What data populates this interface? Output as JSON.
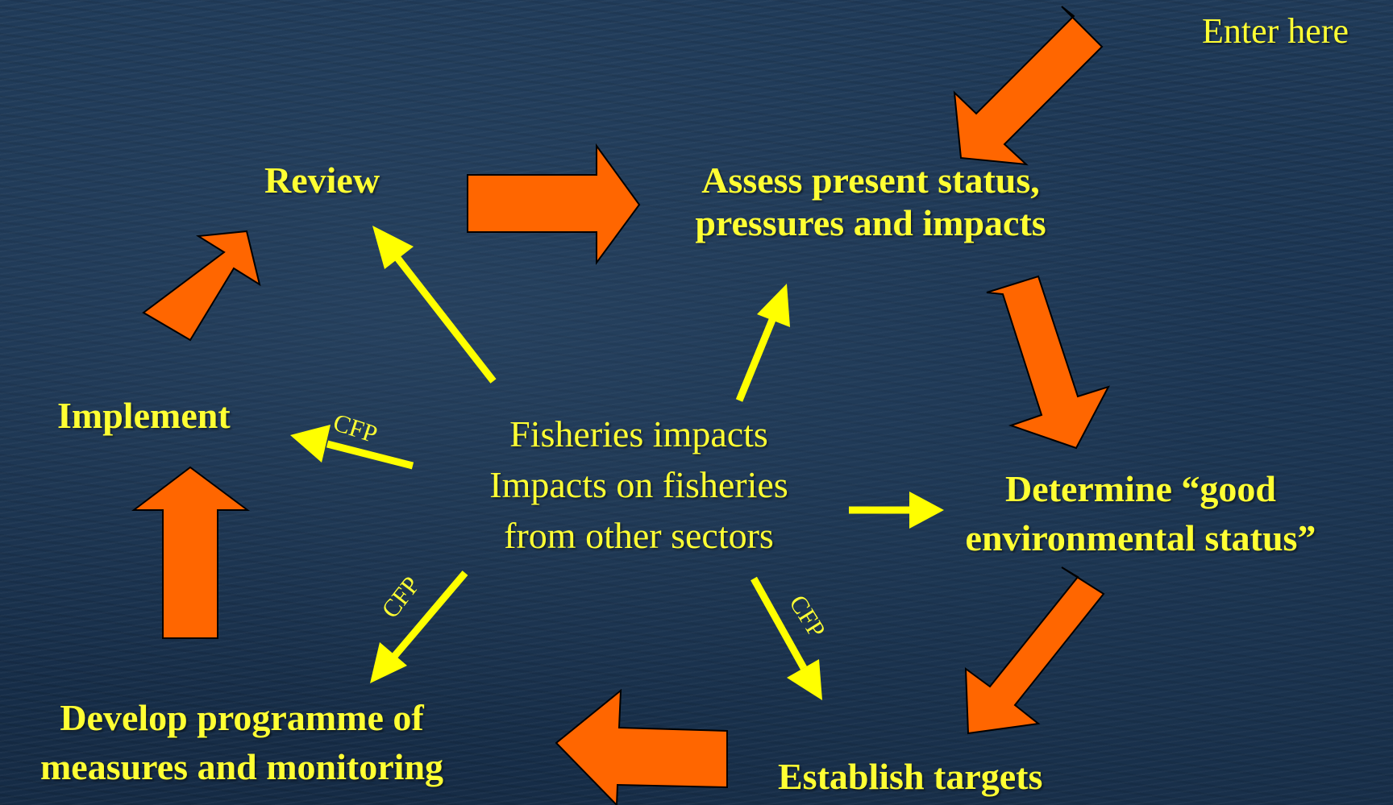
{
  "labels": {
    "enter_here": "Enter here",
    "review": "Review",
    "assess_line1": "Assess present status,",
    "assess_line2": "pressures and impacts",
    "implement": "Implement",
    "determine_line1": "Determine “good",
    "determine_line2": "environmental status”",
    "develop_line1": "Develop programme of",
    "develop_line2": "measures and monitoring",
    "establish": "Establish targets",
    "center_line1": "Fisheries impacts",
    "center_line2": "Impacts on fisheries",
    "center_line3": "from other sectors",
    "cfp_implement": "CFP",
    "cfp_develop": "CFP",
    "cfp_establish": "CFP"
  },
  "colors": {
    "text": "#ffff33",
    "big_arrow_fill": "#ff6600",
    "big_arrow_outline": "#000000",
    "thin_arrow": "#ffff00",
    "background": "#1a3350"
  }
}
